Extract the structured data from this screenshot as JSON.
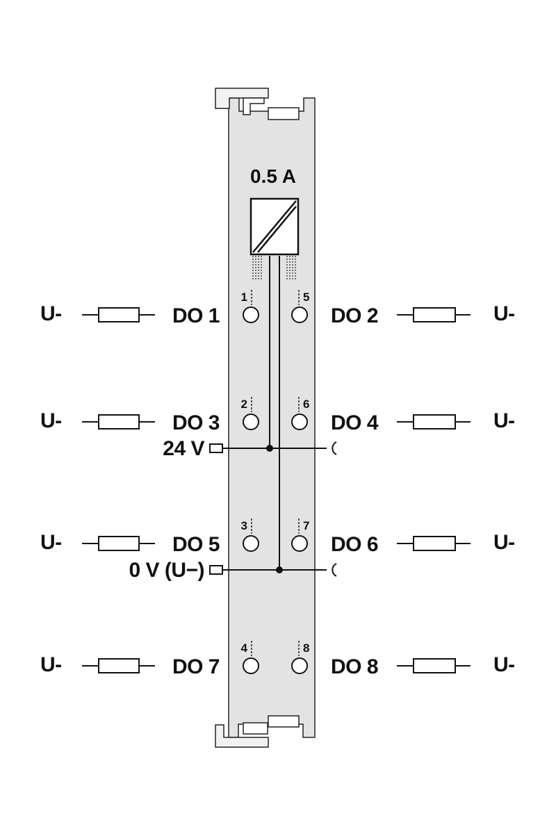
{
  "module": {
    "current_rating": "0.5 A"
  },
  "supply": {
    "plus_label": "24 V",
    "minus_label": "0 V (U−)"
  },
  "channels": [
    {
      "name": "DO 1",
      "pin": "1",
      "load": "U-"
    },
    {
      "name": "DO 2",
      "pin": "5",
      "load": "U-"
    },
    {
      "name": "DO 3",
      "pin": "2",
      "load": "U-"
    },
    {
      "name": "DO 4",
      "pin": "6",
      "load": "U-"
    },
    {
      "name": "DO 5",
      "pin": "3",
      "load": "U-"
    },
    {
      "name": "DO 6",
      "pin": "7",
      "load": "U-"
    },
    {
      "name": "DO 7",
      "pin": "4",
      "load": "U-"
    },
    {
      "name": "DO 8",
      "pin": "8",
      "load": "U-"
    }
  ],
  "colors": {
    "housing_fill": "#e3e3e3",
    "line": "#111111"
  }
}
